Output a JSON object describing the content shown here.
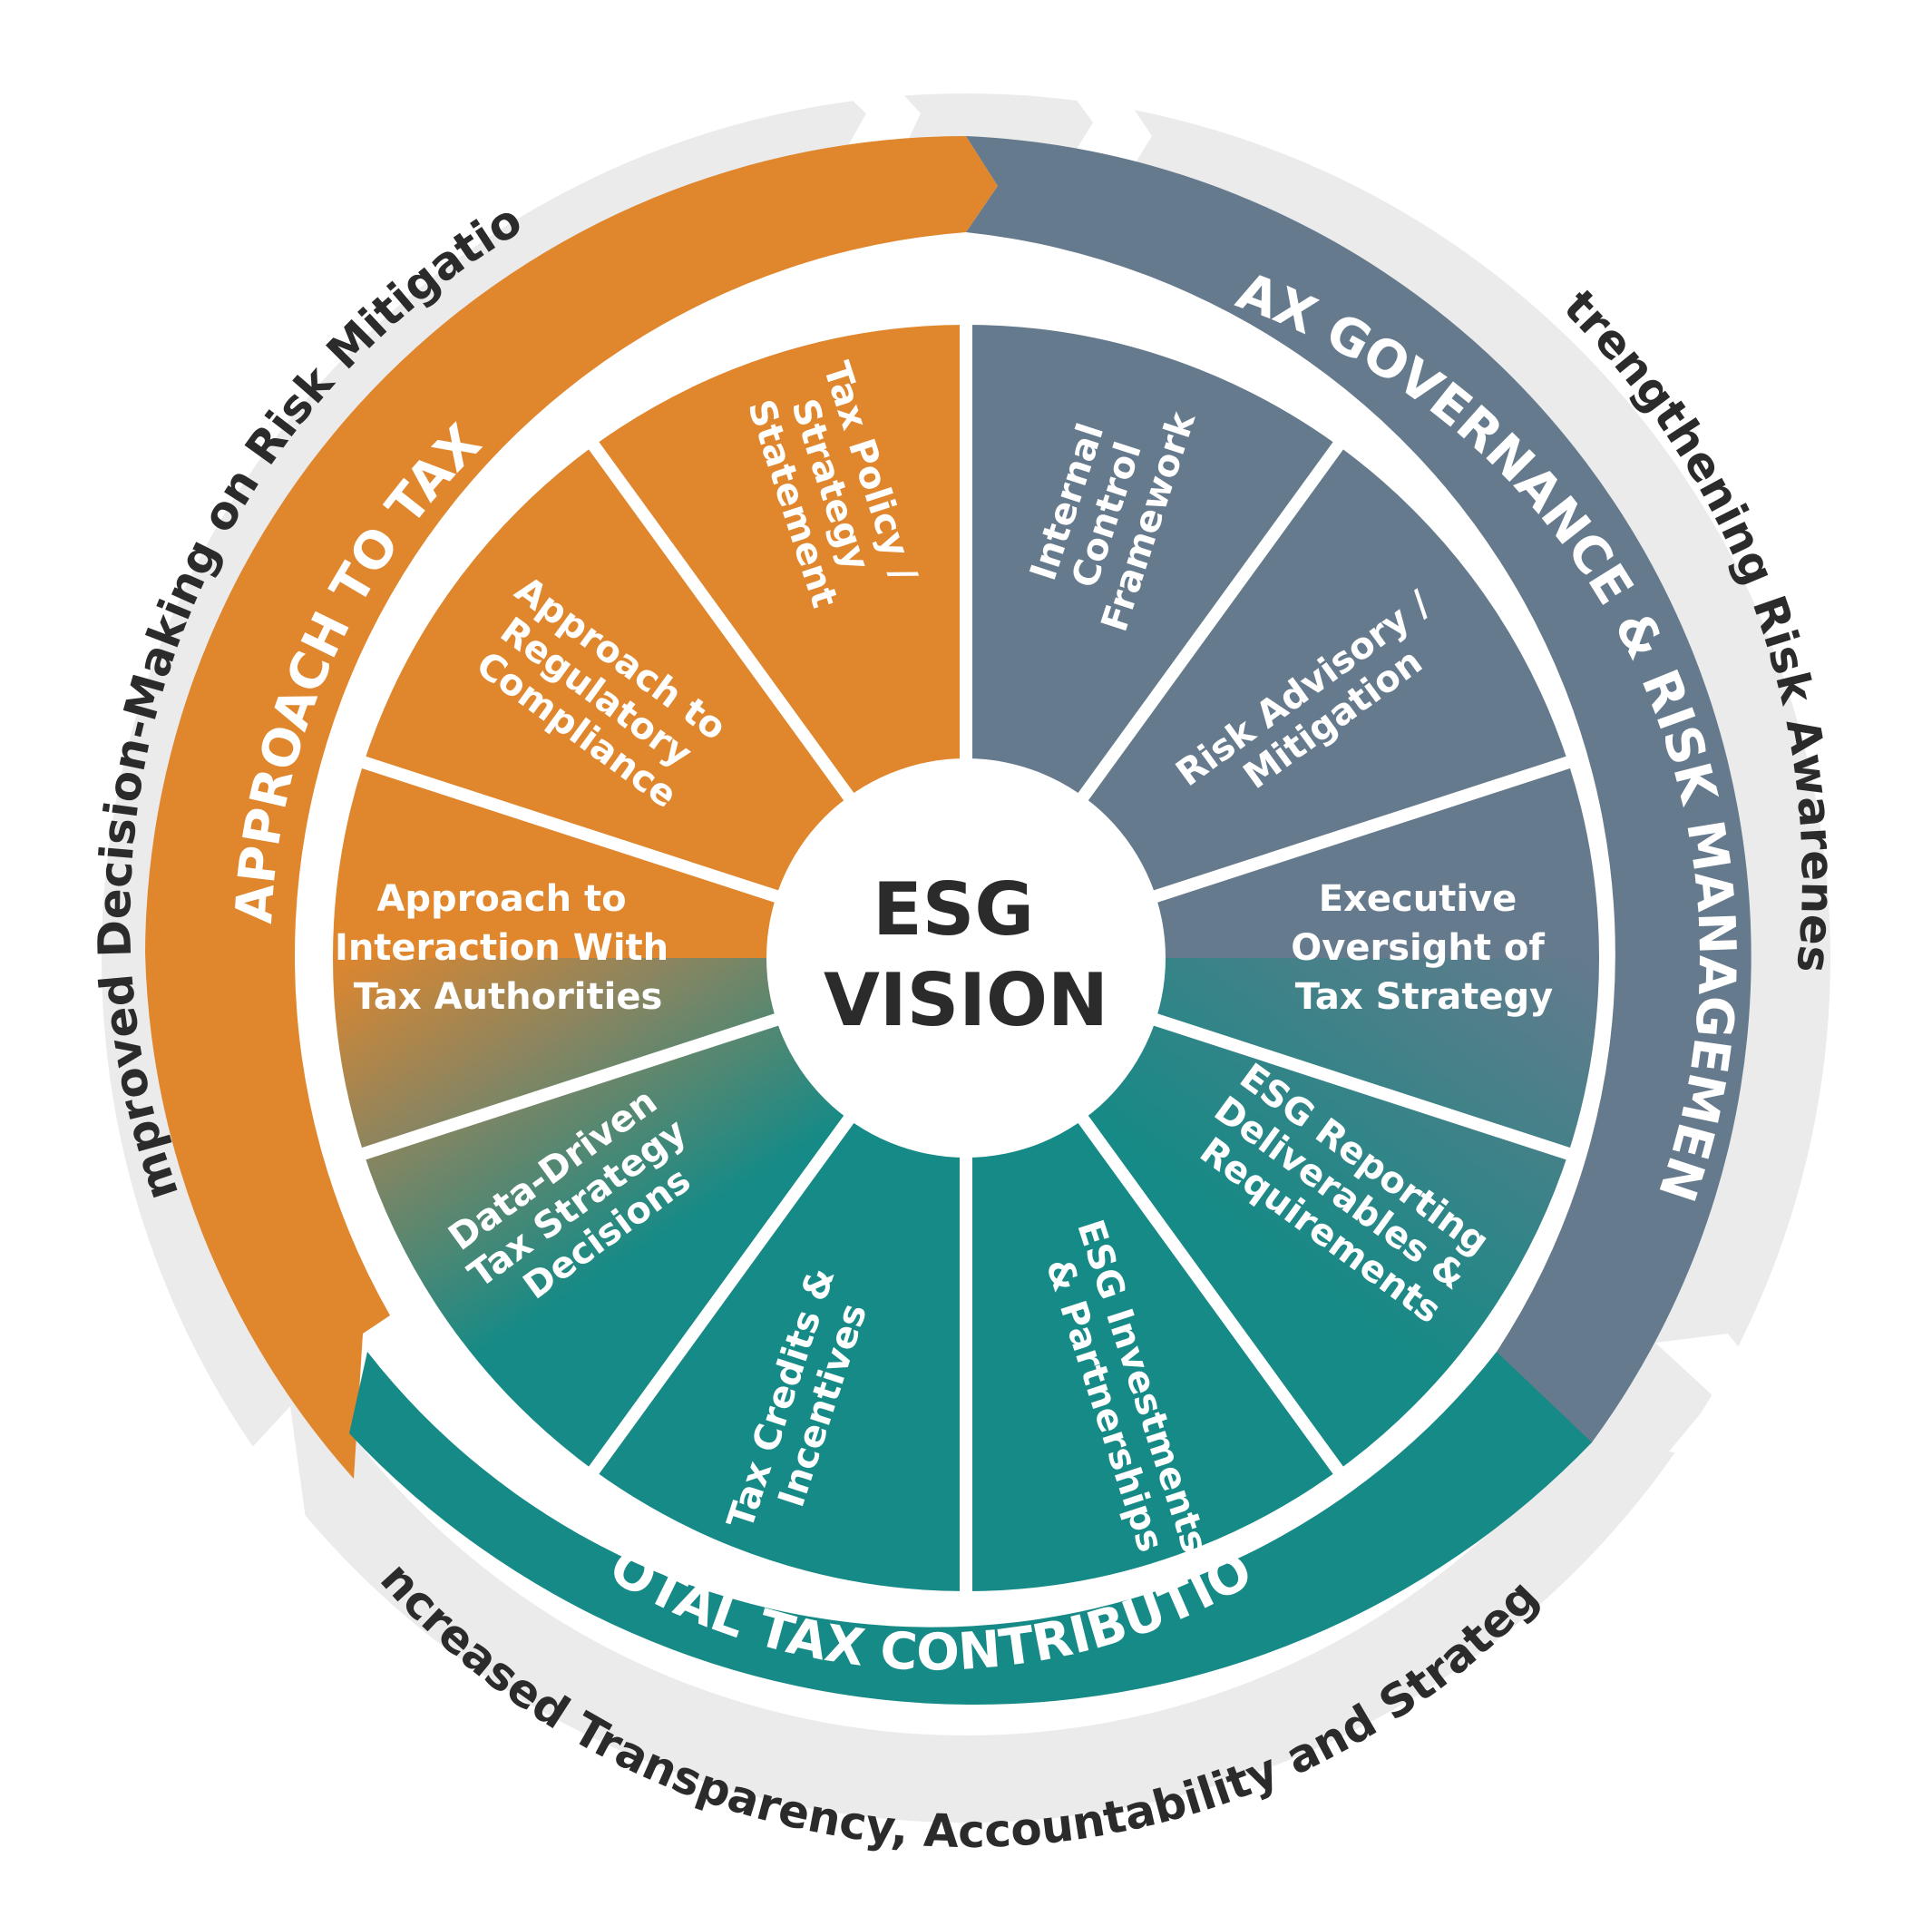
{
  "center": {
    "line1": "ESG",
    "line2": "VISION"
  },
  "outer_ring": {
    "left": "Improved Decision-Making on Risk Mitigation",
    "right": "Strengthening Risk Awareness",
    "bottom": "Increased Transparency, Accountability and Strategy"
  },
  "bands": {
    "approach": "APPROACH TO TAX",
    "governance": "TAX GOVERNANCE & RISK MANAGEMENT",
    "contribution": "TOTAL TAX CONTRIBUTION"
  },
  "segments": {
    "internal_control": [
      "Internal",
      "Control",
      "Framework"
    ],
    "risk_advisory": [
      "Risk Advisory /",
      "Mitigation"
    ],
    "executive_oversight": [
      "Executive",
      "Oversight of",
      "Tax Strategy"
    ],
    "esg_reporting": [
      "ESG Reporting",
      "Deliverables &",
      "Requirements"
    ],
    "esg_investments": [
      "ESG Investments",
      "& Partnerships"
    ],
    "tax_credits": [
      "Tax Credits &",
      "Incentives"
    ],
    "data_driven": [
      "Data-Driven",
      "Tax Strategy",
      "Decisions"
    ],
    "interaction": [
      "Approach to",
      "Interaction With",
      "Tax Authorities"
    ],
    "regulatory": [
      "Approach to",
      "Regulatory",
      "Compliance"
    ],
    "policy": [
      "Tax Policy /",
      "Strategy",
      "Statement"
    ]
  },
  "colors": {
    "orange": "#E0862D",
    "slate": "#667A8D",
    "teal": "#168A86",
    "ring": "#EBEBEB",
    "text_dark": "#2B2B2B"
  }
}
